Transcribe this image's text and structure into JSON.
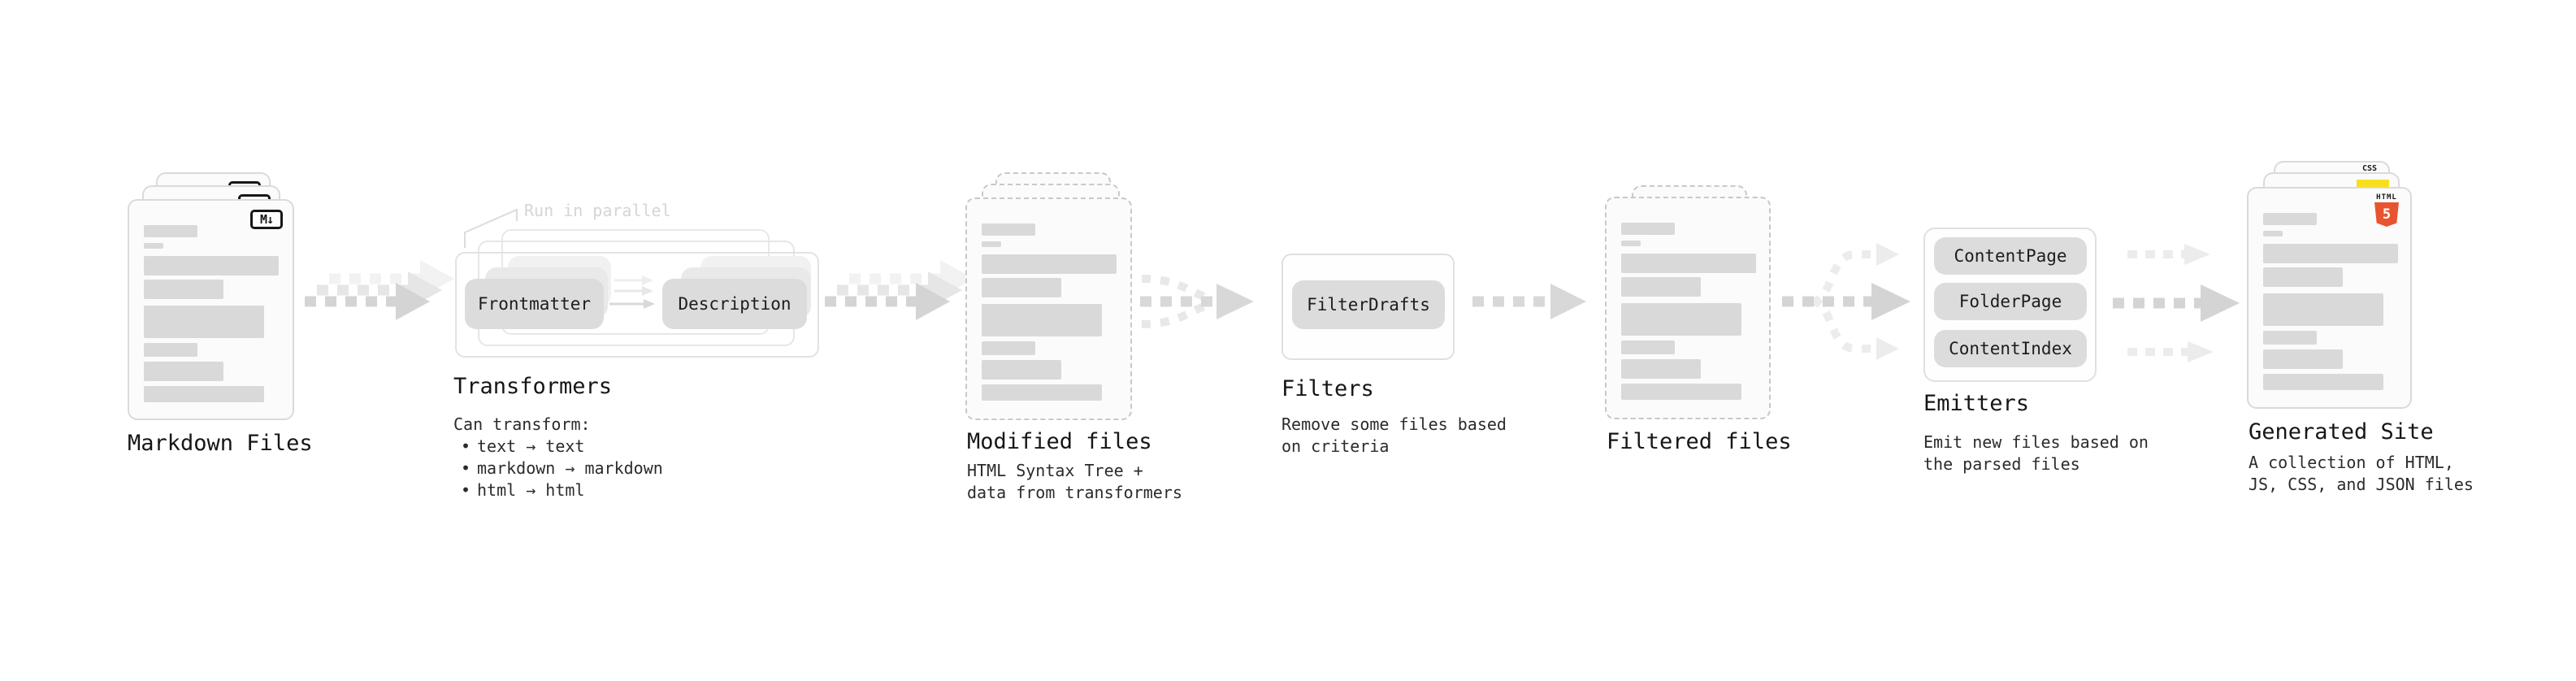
{
  "ui": {
    "bullet": "•"
  },
  "colors": {
    "html5_orange": "#e8542f",
    "js_yellow": "#f7df1e",
    "css_blue": "#2760ef",
    "placeholder_gray": "#d9d9d9",
    "arrow_gray": "#d4d4d4",
    "annotation_gray": "#d5d5d5"
  },
  "stages": {
    "markdown": {
      "label": "Markdown Files",
      "badge": "M↓"
    },
    "transformers": {
      "heading": "Transformers",
      "annotation": "Run in parallel",
      "pill_left": "Frontmatter",
      "pill_right": "Description",
      "desc_title": "Can transform:",
      "bullets": [
        "text → text",
        "markdown → markdown",
        "html → html"
      ]
    },
    "modified": {
      "heading": "Modified files",
      "desc": [
        "HTML Syntax Tree +",
        "data from transformers"
      ]
    },
    "filters": {
      "heading": "Filters",
      "pill": "FilterDrafts",
      "desc": [
        "Remove some files based",
        "on criteria"
      ]
    },
    "filtered": {
      "heading": "Filtered files"
    },
    "emitters": {
      "heading": "Emitters",
      "pills": [
        "ContentPage",
        "FolderPage",
        "ContentIndex"
      ],
      "desc": [
        "Emit new files based on",
        "the parsed files"
      ]
    },
    "generated": {
      "heading": "Generated Site",
      "desc": [
        "A collection of HTML,",
        "JS, CSS, and JSON files"
      ],
      "html5_icon_word": "HTML",
      "html5_icon_number": "5",
      "css_icon": "CSS"
    }
  }
}
